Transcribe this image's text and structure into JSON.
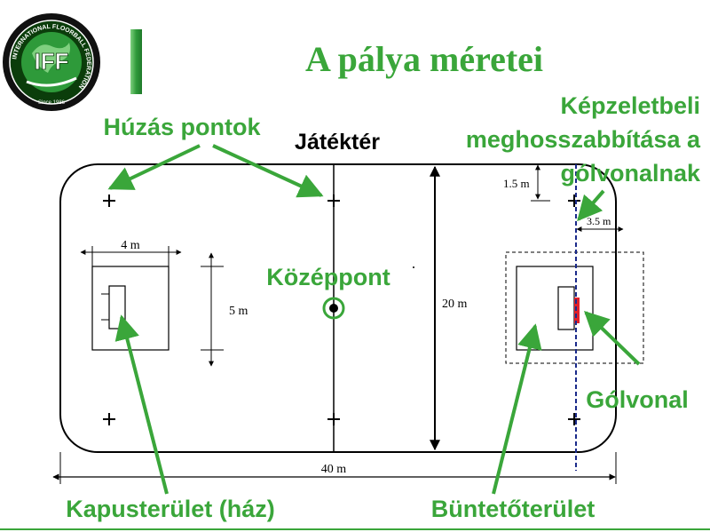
{
  "slide": {
    "title": "A pálya méretei",
    "field_label": "Játéktér"
  },
  "logo": {
    "ring_text": "INTERNATIONAL FLOORBALL FEDERATION",
    "letters": "IFF",
    "since": "Since 1986"
  },
  "labels": {
    "huzas_pontok": "Húzás pontok",
    "kozeppont": "Középpont",
    "kepzeletbeli_1": "Képzeletbeli",
    "kepzeletbeli_2": "meghosszabbítása a",
    "kepzeletbeli_3": "gólvonalnak",
    "golvonal": "Gólvonal",
    "kapuster": "Kapusterület (ház)",
    "buntetoter": "Büntetőterület"
  },
  "dimensions": {
    "width_4": "4  m",
    "height_5": "5  m",
    "field_width": "20 m",
    "field_length": "40 m",
    "d_1_5": "1.5 m",
    "d_3_5": "3.5 m"
  },
  "colors": {
    "accent_green": "#3aa63a",
    "bar_green": "#2f9a3a",
    "goal_red": "#e0202a",
    "extension_line": "#1a2a8a"
  }
}
